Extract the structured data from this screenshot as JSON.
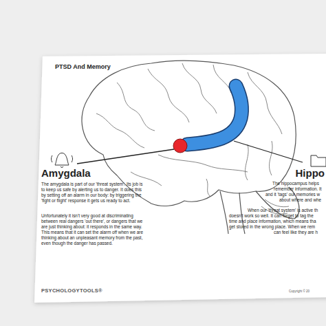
{
  "diagram": {
    "title": "PTSD And Memory",
    "labels": [
      "Amygdala",
      "The amygdala is part of our 'threat system'. Its job is to keep us safe by alerting us to danger. It does this by setting off an alarm in our body: by triggering the 'fight or flight' response it gets us ready to act.",
      "Unfortunately it isn't very good at discriminating between real dangers 'out there', or dangers that we are just thinking about: it responds in the same way. This means that it can set the alarm off when we are thinking about an unpleasant memory from the past, even though the danger has passed.",
      "Hippo",
      "The hippocampus helps",
      "remember information. It",
      "and it 'tags' our memories w",
      "about where and whe",
      "When our 'threat system' is active th",
      "doesn't work so well. It can forget to tag the",
      "time and place information, which means tha",
      "get stored in the wrong place. When we rem",
      "can feel like they are h",
      "PSYCHOLOGYTOOLS®",
      "Copyright © 20"
    ]
  }
}
